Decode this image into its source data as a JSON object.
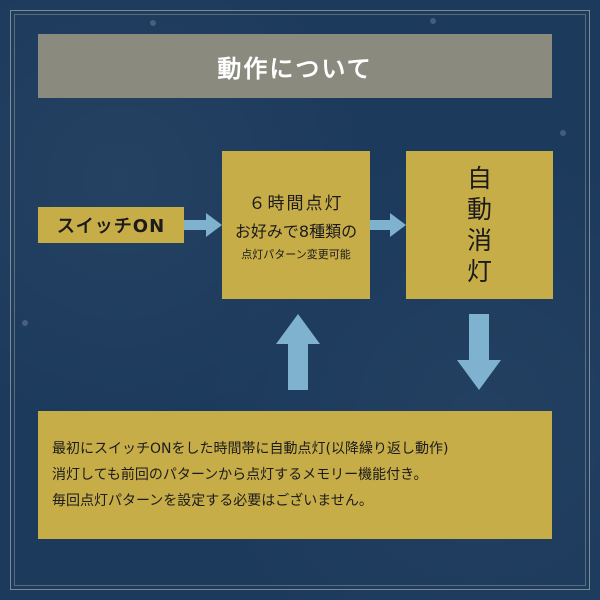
{
  "title": "動作について",
  "switch_on": "スイッチON",
  "step": {
    "line1": "６時間点灯",
    "line2": "お好みで8種類の",
    "line3": "点灯パターン変更可能"
  },
  "auto_off": [
    "自",
    "動",
    "消",
    "灯"
  ],
  "note": {
    "line1": "最初にスイッチONをした時間帯に自動点灯(以降繰り返し動作)",
    "line2": "消灯しても前回のパターンから点灯するメモリー機能付き。",
    "line3": "毎回点灯パターンを設定する必要はございません。"
  },
  "colors": {
    "background": "#1c3a5c",
    "title_box": "#8a8a7e",
    "box_gold": "#c7ad48",
    "arrow": "#7fb2cf"
  }
}
